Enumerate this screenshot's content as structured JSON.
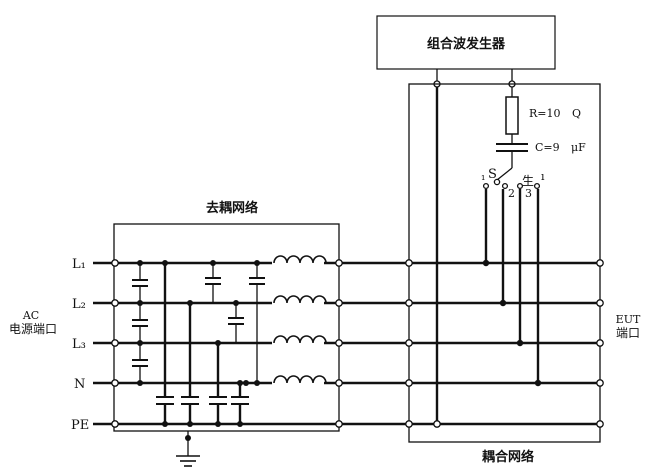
{
  "labels": {
    "generator": "组合波发生器",
    "decoupling": "去耦网络",
    "coupling": "耦合网络",
    "ac_top": "AC",
    "ac_bottom": "电源端口",
    "eut_top": "EUT",
    "eut_bottom": "端口",
    "line_l1": "L₁",
    "line_l2": "L₂",
    "line_l3": "L₃",
    "line_n": "N",
    "line_pe": "PE",
    "resistor": "R=10",
    "resistor_unit": "Q",
    "capacitor": "C=9",
    "capacitor_unit": "μF",
    "switch": "S",
    "switch_pos_2": "2",
    "switch_pos_3": "3",
    "switch_mark_1": "₁",
    "switch_mark_ping": "生",
    "switch_tick": "ı"
  }
}
